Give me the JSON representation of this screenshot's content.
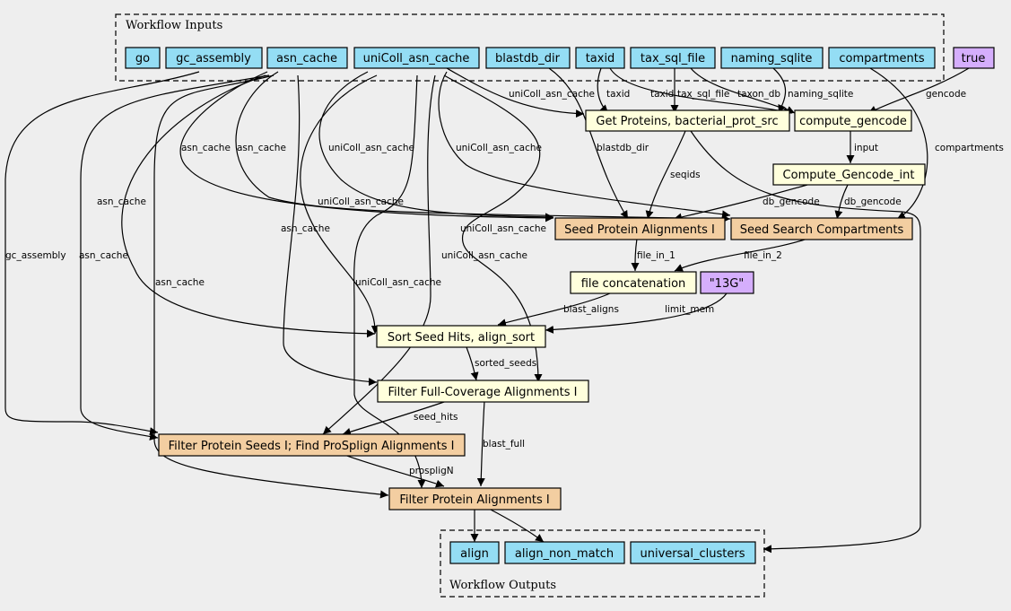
{
  "clusters": {
    "inputs_label": "Workflow Inputs",
    "outputs_label": "Workflow Outputs"
  },
  "colors": {
    "input": "#94ddf4",
    "constant": "#d5aefc",
    "tool": "#ffffdc",
    "subworkflow": "#f3cea1",
    "background": "#eeeeee"
  },
  "nodes": {
    "go": "go",
    "gc_assembly": "gc_assembly",
    "asn_cache": "asn_cache",
    "uniColl_asn_cache": "uniColl_asn_cache",
    "blastdb_dir": "blastdb_dir",
    "taxid": "taxid",
    "tax_sql_file": "tax_sql_file",
    "naming_sqlite": "naming_sqlite",
    "compartments": "compartments",
    "true_const": "true",
    "get_proteins": "Get Proteins, bacterial_prot_src",
    "compute_gencode": "compute_gencode",
    "compute_gencode_int": "Compute_Gencode_int",
    "seed_protein": "Seed Protein Alignments I",
    "seed_search": "Seed Search Compartments",
    "file_concat": "file concatenation",
    "const_13g": "\"13G\"",
    "sort_seed": "Sort Seed Hits, align_sort",
    "filter_full": "Filter Full-Coverage Alignments I",
    "filter_seeds": "Filter Protein Seeds I; Find ProSplign Alignments I",
    "filter_align": "Filter Protein Alignments I",
    "out_align": "align",
    "out_align_non_match": "align_non_match",
    "out_universal_clusters": "universal_clusters"
  },
  "edge_labels": {
    "e_unicoll_getprot": "uniColl_asn_cache",
    "e_taxid_getprot": "taxid",
    "e_taxid_gencode": "taxid",
    "e_taxsql_gencode": "tax_sql_file",
    "e_taxon_db": "taxon_db",
    "e_naming": "naming_sqlite",
    "e_gencode": "gencode",
    "e_asn_seed": "asn_cache",
    "e_asn_search": "asn_cache",
    "e_unicoll_seed": "uniColl_asn_cache",
    "e_unicoll_search": "uniColl_asn_cache",
    "e_blastdb": "blastdb_dir",
    "e_seqids": "seqids",
    "e_input": "input",
    "e_compartments": "compartments",
    "e_unicoll_low": "uniColl_asn_cache",
    "e_db_gencode_1": "db_gencode",
    "e_db_gencode_2": "db_gencode",
    "e_asn_sort": "asn_cache",
    "e_unicoll_sort": "uniColl_asn_cache",
    "e_gc_assembly": "gc_assembly",
    "e_asn_filterseeds": "asn_cache",
    "e_asn_filterfull": "asn_cache",
    "e_unicoll_filterfull": "uniColl_asn_cache",
    "e_unicoll_filterseeds": "uniColl_asn_cache",
    "e_asn_filteralign": "asn_cache",
    "e_file_in_1": "file_in_1",
    "e_file_in_2": "file_in_2",
    "e_blast_aligns": "blast_aligns",
    "e_limit_mem": "limit_mem",
    "e_sorted_seeds": "sorted_seeds",
    "e_seed_hits": "seed_hits",
    "e_blast_full": "blast_full",
    "e_prospligN": "prospligN"
  }
}
